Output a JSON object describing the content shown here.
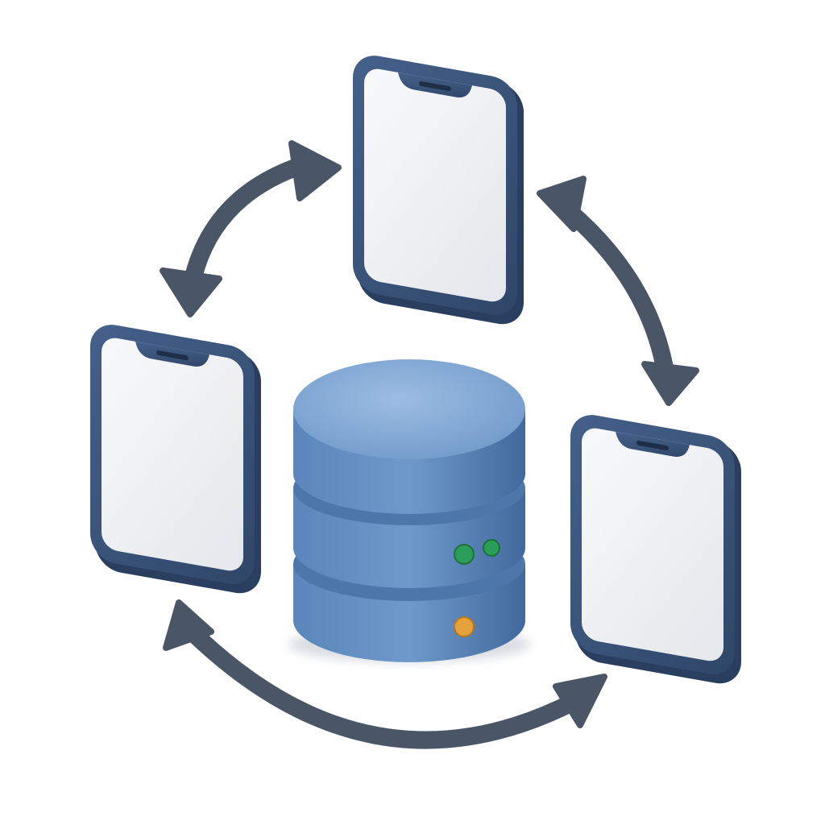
{
  "colors": {
    "background": "#ffffff",
    "device_frame": "#3a5478",
    "device_frame_edge": "#2a3f60",
    "device_screen": "#eceef1",
    "device_screen_highlight": "#f7f8fa",
    "arrow": "#4a5665",
    "database_top": "#88b0da",
    "database_body": "#5f89bd",
    "database_shadow": "#3f6597",
    "led_green": "#2a9d56",
    "led_amber": "#e6a23a",
    "floor_shadow": "#d9dde3"
  },
  "icons": {
    "devices": [
      "smartphone-icon",
      "smartphone-icon",
      "smartphone-icon"
    ],
    "center": "database-icon",
    "connectors": [
      "double-arrow-icon",
      "double-arrow-icon",
      "double-arrow-icon"
    ],
    "status_lights": [
      "green-led",
      "green-led",
      "amber-led"
    ]
  }
}
